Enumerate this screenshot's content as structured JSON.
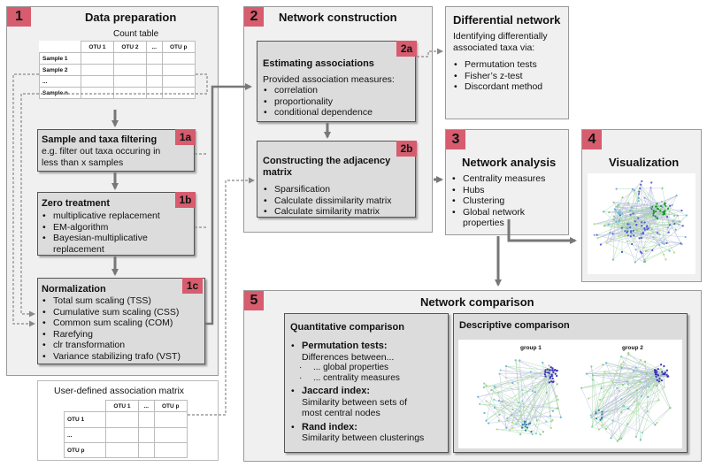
{
  "panel1": {
    "number": "1",
    "title": "Data preparation",
    "count_table": {
      "caption": "Count table",
      "headers": [
        "OTU 1",
        "OTU 2",
        "...",
        "OTU p"
      ],
      "rows": [
        "Sample 1",
        "Sample 2",
        "...",
        "Sample n"
      ]
    },
    "filtering": {
      "tag": "1a",
      "title": "Sample and taxa filtering",
      "text": "e.g. filter out taxa occuring in less than x samples"
    },
    "zero": {
      "tag": "1b",
      "title": "Zero treatment",
      "items": [
        "multiplicative replacement",
        "EM-algorithm",
        "Bayesian-multiplicative replacement"
      ]
    },
    "norm": {
      "tag": "1c",
      "title": "Normalization",
      "items": [
        "Total sum scaling (TSS)",
        "Cumulative sum scaling (CSS)",
        "Common sum scaling (COM)",
        "Rarefying",
        "clr transformation",
        "Variance stabilizing trafo  (VST)"
      ]
    }
  },
  "user_matrix": {
    "title": "User-defined association matrix",
    "headers": [
      "OTU 1",
      "...",
      "OTU p"
    ],
    "rows": [
      "OTU 1",
      "...",
      "OTU p"
    ]
  },
  "panel2": {
    "number": "2",
    "title": "Network construction",
    "assoc": {
      "tag": "2a",
      "title": "Estimating associations",
      "intro": "Provided association measures:",
      "items": [
        "correlation",
        "proportionality",
        "conditional dependence"
      ]
    },
    "adj": {
      "tag": "2b",
      "title": "Constructing the adjacency matrix",
      "items": [
        "Sparsification",
        "Calculate dissimilarity matrix",
        "Calculate similarity matrix"
      ]
    }
  },
  "diff": {
    "title": "Differential network",
    "intro": "Identifying differentially associated taxa via:",
    "items": [
      "Permutation tests",
      "Fisher’s z-test",
      "Discordant method"
    ]
  },
  "panel3": {
    "number": "3",
    "title": "Network analysis",
    "items": [
      "Centrality measures",
      "Hubs",
      "Clustering",
      "Global network properties"
    ]
  },
  "panel4": {
    "number": "4",
    "title": "Visualization"
  },
  "panel5": {
    "number": "5",
    "title": "Network comparison",
    "quant": {
      "title": "Quantitative comparison",
      "perm_title": "Permutation tests:",
      "perm_text": "Differences between...",
      "perm_items": [
        "... global properties",
        "... centrality measures"
      ],
      "jaccard_title": "Jaccard index:",
      "jaccard_text": "Similarity between sets of most central nodes",
      "rand_title": "Rand index:",
      "rand_text": "Similarity between clusterings"
    },
    "desc": {
      "title": "Descriptive comparison",
      "group1": "group 1",
      "group2": "group 2"
    }
  },
  "colors": {
    "accent": "#d65c6e",
    "panel_bg": "#f0f0f0",
    "box_bg": "#dcdcdc",
    "arrow": "#777777"
  }
}
